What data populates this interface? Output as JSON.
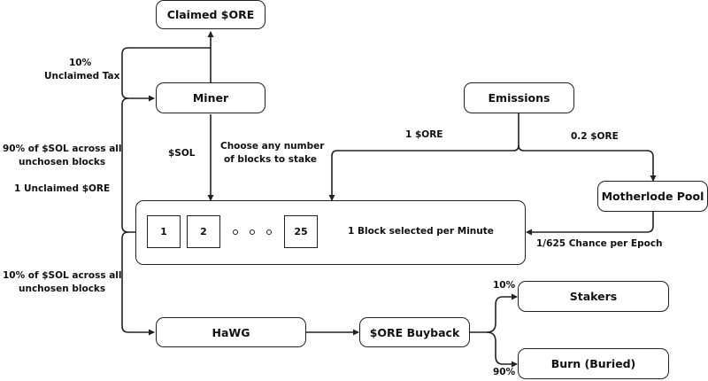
{
  "nodes": {
    "claimed_ore": "Claimed $ORE",
    "miner": "Miner",
    "emissions": "Emissions",
    "motherlode_pool": "Motherlode Pool",
    "hawg": "HaWG",
    "ore_buyback": "$ORE Buyback",
    "stakers": "Stakers",
    "burn": "Burn (Buried)"
  },
  "block_board": {
    "blocks": [
      "1",
      "2",
      "25"
    ],
    "ellipsis_dots": 3,
    "caption": "1 Block selected per Minute"
  },
  "edge_labels": {
    "unclaimed_tax_pct": "10%",
    "unclaimed_tax": "Unclaimed Tax",
    "sol": "$SOL",
    "choose_blocks_line1": "Choose any number",
    "choose_blocks_line2": "of blocks to stake",
    "ninety_sol_line1": "90% of $SOL across all",
    "ninety_sol_line2": "unchosen blocks",
    "unclaimed_ore": "1 Unclaimed $ORE",
    "one_ore": "1 $ORE",
    "point_two_ore": "0.2 $ORE",
    "motherlode_chance": "1/625 Chance per Epoch",
    "ten_sol_line1": "10% of $SOL across all",
    "ten_sol_line2": "unchosen blocks",
    "stakers_pct": "10%",
    "burn_pct": "90%"
  }
}
